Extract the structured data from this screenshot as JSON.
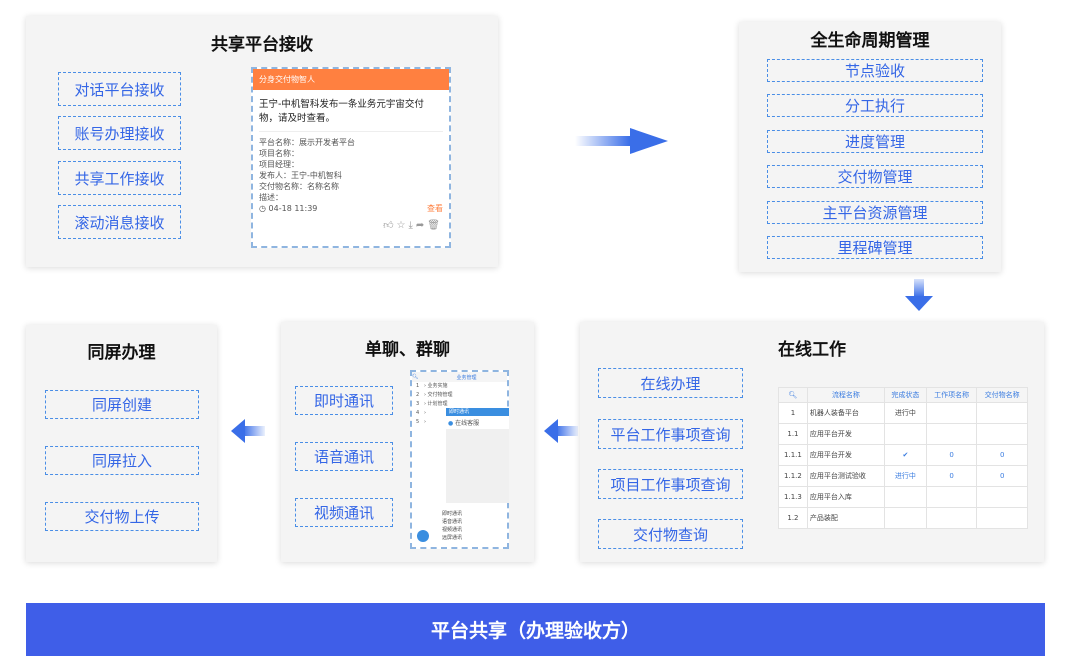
{
  "panel1": {
    "title": "共享平台接收",
    "buttons": [
      "对话平台接收",
      "账号办理接收",
      "共享工作接收",
      "滚动消息接收"
    ],
    "card": {
      "header": "分身交付物智人",
      "message": "王宁-中机智科发布一条业务元宇宙交付物，请及时查看。",
      "fields": [
        "平台名称：展示开发者平台",
        "项目名称：",
        "项目经理：",
        "发布人：王宁-中机智科",
        "交付物名称：名称名称",
        "描述："
      ],
      "time": "04-18 11:39",
      "view": "查看"
    }
  },
  "panel2": {
    "title": "全生命周期管理",
    "buttons": [
      "节点验收",
      "分工执行",
      "进度管理",
      "交付物管理",
      "主平台资源管理",
      "里程碑管理"
    ]
  },
  "panel3": {
    "title": "在线工作",
    "buttons": [
      "在线办理",
      "平台工作事项查询",
      "项目工作事项查询",
      "交付物查询"
    ],
    "table": {
      "headers": [
        "流程名称",
        "完成状态",
        "工作项名称",
        "交付物名称"
      ],
      "rows": [
        [
          "1",
          "机器人装备平台",
          "进行中",
          "",
          ""
        ],
        [
          "1.1",
          "应用平台开发",
          "",
          "",
          ""
        ],
        [
          "1.1.1",
          "应用平台开发",
          "✔",
          "0",
          "0"
        ],
        [
          "1.1.2",
          "应用平台测试验收",
          "进行中",
          "0",
          "0"
        ],
        [
          "1.1.3",
          "应用平台入库",
          "",
          "",
          ""
        ],
        [
          "1.2",
          "产品装配",
          "",
          "",
          ""
        ]
      ]
    }
  },
  "panel4": {
    "title": "单聊、群聊",
    "buttons": [
      "即时通讯",
      "语音通讯",
      "视频通讯"
    ],
    "mock": {
      "header": "业务管理",
      "rows": [
        "业务实施",
        "交付物管理",
        "计划管理",
        "",
        ""
      ],
      "chat_bar": "即时通讯",
      "chat_title": "在线客服",
      "menu": [
        "即时通讯",
        "语音通讯",
        "视频通讯",
        "远屏通讯"
      ]
    }
  },
  "panel5": {
    "title": "同屏办理",
    "buttons": [
      "同屏创建",
      "同屏拉入",
      "交付物上传"
    ]
  },
  "footer": "平台共享（办理验收方）",
  "colors": {
    "accent": "#3f5ee8",
    "orange": "#ff8040"
  }
}
